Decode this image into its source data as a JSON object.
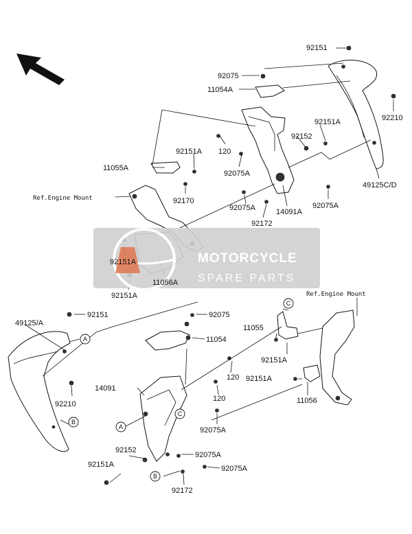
{
  "labels": {
    "p92151_top": "92151",
    "p92075_top": "92075",
    "p11054A": "11054A",
    "p92210_top": "92210",
    "p92151A_top": "92151A",
    "p92152_top": "92152",
    "p120_top": "120",
    "p11055A": "11055A",
    "p92151A_b": "92151A",
    "p92075A_a": "92075A",
    "p49125CD": "49125C/D",
    "p92170": "92170",
    "p92075A_b": "92075A",
    "p14091A": "14091A",
    "p92075A_c": "92075A",
    "p92172_top": "92172",
    "ref_engine_1": "Ref.Engine Mount",
    "p92151A_c": "92151A",
    "p11056A": "11056A",
    "p92151A_d": "92151A",
    "ref_engine_2": "Ref.Engine Mount",
    "p92151_bot": "92151",
    "p49125A": "49125/A",
    "p92075_bot": "92075",
    "p11054": "11054",
    "p11055": "11055",
    "p92151A_e": "92151A",
    "p120_b1": "120",
    "p92151A_f": "92151A",
    "p120_b2": "120",
    "p11056": "11056",
    "p92210_bot": "92210",
    "p14091": "14091",
    "p92075A_d": "92075A",
    "p92152_bot": "92152",
    "p92075A_e": "92075A",
    "p92151A_g": "92151A",
    "p92075A_f": "92075A",
    "p92172_bot": "92172"
  },
  "callouts": {
    "a": "A",
    "b": "B",
    "c": "C"
  },
  "watermark": {
    "line1": "MOTORCYCLE",
    "line2": "SPARE PARTS"
  },
  "colors": {
    "watermark_bg": "#d0d0d0",
    "watermark_accent": "#e05a2a"
  },
  "icons": {
    "direction": "arrow-up-left-icon"
  }
}
